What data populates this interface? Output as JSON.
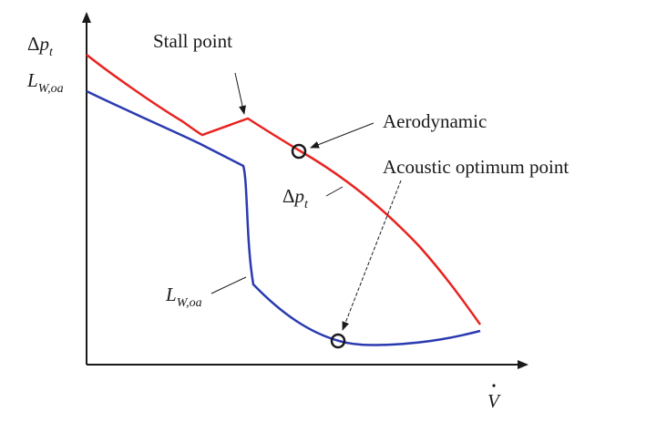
{
  "diagram": {
    "y_axis_label_top": {
      "symbol": "Δ",
      "var": "p",
      "sub": "t"
    },
    "y_axis_label_bottom": {
      "var": "L",
      "sub": "W,oa"
    },
    "x_axis_label": "V",
    "annotations": {
      "stall_point": "Stall point",
      "aerodynamic": "Aerodynamic",
      "acoustic_optimum": "Acoustic optimum point",
      "curve_dp": {
        "symbol": "Δ",
        "var": "p",
        "sub": "t"
      },
      "curve_lw": {
        "var": "L",
        "sub": "W,oa"
      }
    },
    "colors": {
      "pressure_curve": "#e8231f",
      "sound_power_curve": "#2a3ab0",
      "axes": "#1a1a1a"
    }
  }
}
